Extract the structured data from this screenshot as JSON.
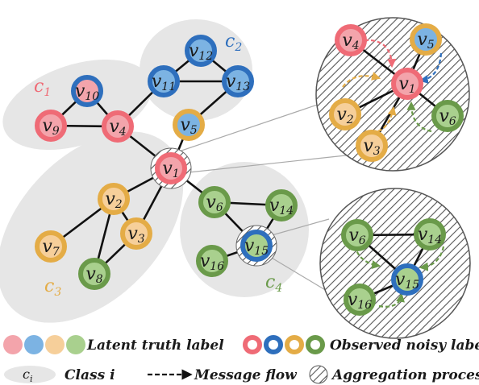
{
  "colors": {
    "class1_fill": "#f3a4ab",
    "class1_ring": "#ef6b76",
    "class2_fill": "#7cb3e3",
    "class2_ring": "#2e6fbd",
    "class3_fill": "#f6cf9a",
    "class3_ring": "#e4ac46",
    "class4_fill": "#a9d08e",
    "class4_ring": "#6a9a4a",
    "region_fill": "#e6e6e6",
    "edge": "#111111"
  },
  "classes": [
    {
      "id": "c1",
      "base": "c",
      "sub": "1",
      "color": "#ef6b76"
    },
    {
      "id": "c2",
      "base": "c",
      "sub": "2",
      "color": "#2e6fbd"
    },
    {
      "id": "c3",
      "base": "c",
      "sub": "3",
      "color": "#e4ac46"
    },
    {
      "id": "c4",
      "base": "c",
      "sub": "4",
      "color": "#6a9a4a"
    }
  ],
  "nodes": [
    {
      "id": "v1",
      "base": "v",
      "sub": "1",
      "fill": "#f3a4ab",
      "ring": "#ef6b76",
      "hatched": true
    },
    {
      "id": "v2",
      "base": "v",
      "sub": "2",
      "fill": "#f6cf9a",
      "ring": "#e4ac46"
    },
    {
      "id": "v3",
      "base": "v",
      "sub": "3",
      "fill": "#f6cf9a",
      "ring": "#e4ac46"
    },
    {
      "id": "v4",
      "base": "v",
      "sub": "4",
      "fill": "#f3a4ab",
      "ring": "#ef6b76"
    },
    {
      "id": "v5",
      "base": "v",
      "sub": "5",
      "fill": "#7cb3e3",
      "ring": "#e4ac46"
    },
    {
      "id": "v6",
      "base": "v",
      "sub": "6",
      "fill": "#a9d08e",
      "ring": "#6a9a4a"
    },
    {
      "id": "v7",
      "base": "v",
      "sub": "7",
      "fill": "#f6cf9a",
      "ring": "#e4ac46"
    },
    {
      "id": "v8",
      "base": "v",
      "sub": "8",
      "fill": "#a9d08e",
      "ring": "#6a9a4a"
    },
    {
      "id": "v9",
      "base": "v",
      "sub": "9",
      "fill": "#f3a4ab",
      "ring": "#ef6b76"
    },
    {
      "id": "v10",
      "base": "v",
      "sub": "10",
      "fill": "#f3a4ab",
      "ring": "#2e6fbd"
    },
    {
      "id": "v11",
      "base": "v",
      "sub": "11",
      "fill": "#7cb3e3",
      "ring": "#2e6fbd"
    },
    {
      "id": "v12",
      "base": "v",
      "sub": "12",
      "fill": "#7cb3e3",
      "ring": "#2e6fbd"
    },
    {
      "id": "v13",
      "base": "v",
      "sub": "13",
      "fill": "#7cb3e3",
      "ring": "#2e6fbd"
    },
    {
      "id": "v14",
      "base": "v",
      "sub": "14",
      "fill": "#a9d08e",
      "ring": "#6a9a4a"
    },
    {
      "id": "v15",
      "base": "v",
      "sub": "15",
      "fill": "#a9d08e",
      "ring": "#2e6fbd",
      "hatched": true
    },
    {
      "id": "v16",
      "base": "v",
      "sub": "16",
      "fill": "#a9d08e",
      "ring": "#6a9a4a"
    }
  ],
  "edges": [
    [
      "v9",
      "v10"
    ],
    [
      "v9",
      "v4"
    ],
    [
      "v10",
      "v4"
    ],
    [
      "v4",
      "v11"
    ],
    [
      "v11",
      "v12"
    ],
    [
      "v11",
      "v13"
    ],
    [
      "v12",
      "v13"
    ],
    [
      "v13",
      "v5"
    ],
    [
      "v4",
      "v1"
    ],
    [
      "v5",
      "v1"
    ],
    [
      "v1",
      "v2"
    ],
    [
      "v1",
      "v3"
    ],
    [
      "v1",
      "v6"
    ],
    [
      "v2",
      "v7"
    ],
    [
      "v2",
      "v8"
    ],
    [
      "v2",
      "v3"
    ],
    [
      "v3",
      "v8"
    ],
    [
      "v6",
      "v14"
    ],
    [
      "v6",
      "v15"
    ],
    [
      "v14",
      "v15"
    ],
    [
      "v15",
      "v16"
    ]
  ],
  "zoom1": {
    "nodes": [
      {
        "id": "z1-v4",
        "base": "v",
        "sub": "4",
        "fill": "#f3a4ab",
        "ring": "#ef6b76"
      },
      {
        "id": "z1-v5",
        "base": "v",
        "sub": "5",
        "fill": "#7cb3e3",
        "ring": "#e4ac46"
      },
      {
        "id": "z1-v1",
        "base": "v",
        "sub": "1",
        "fill": "#f3a4ab",
        "ring": "#ef6b76"
      },
      {
        "id": "z1-v2",
        "base": "v",
        "sub": "2",
        "fill": "#f6cf9a",
        "ring": "#e4ac46"
      },
      {
        "id": "z1-v6",
        "base": "v",
        "sub": "6",
        "fill": "#a9d08e",
        "ring": "#6a9a4a"
      },
      {
        "id": "z1-v3",
        "base": "v",
        "sub": "3",
        "fill": "#f6cf9a",
        "ring": "#e4ac46"
      }
    ]
  },
  "zoom2": {
    "nodes": [
      {
        "id": "z2-v6",
        "base": "v",
        "sub": "6",
        "fill": "#a9d08e",
        "ring": "#6a9a4a"
      },
      {
        "id": "z2-v14",
        "base": "v",
        "sub": "14",
        "fill": "#a9d08e",
        "ring": "#6a9a4a"
      },
      {
        "id": "z2-v15",
        "base": "v",
        "sub": "15",
        "fill": "#a9d08e",
        "ring": "#2e6fbd"
      },
      {
        "id": "z2-v16",
        "base": "v",
        "sub": "16",
        "fill": "#a9d08e",
        "ring": "#6a9a4a"
      }
    ]
  },
  "legend": {
    "latent": "Latent truth label",
    "observed": "Observed noisy label",
    "class_base": "c",
    "class_sub": "i",
    "class_text": "Class i",
    "message": "Message flow",
    "aggregation": "Aggregation process"
  }
}
